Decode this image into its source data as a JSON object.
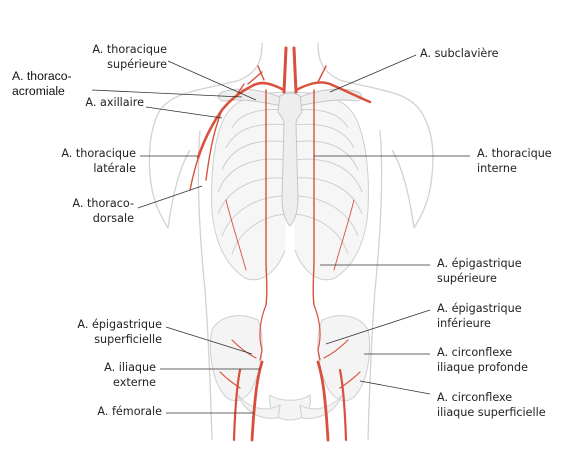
{
  "labels": {
    "thoracique_sup": [
      "A. thoracique",
      "supérieure"
    ],
    "thoraco_acromiale": [
      "A. thoraco-",
      "acromiale"
    ],
    "axillaire": [
      "A. axillaire"
    ],
    "thoracique_lat": [
      "A. thoracique",
      "latérale"
    ],
    "thoraco_dorsale": [
      "A. thoraco-",
      "dorsale"
    ],
    "epigastrique_superficielle": [
      "A. épigastrique",
      "superficielle"
    ],
    "iliaque_externe": [
      "A. iliaque",
      "externe"
    ],
    "femorale": [
      "A. fémorale"
    ],
    "subclaviere": [
      "A. subclavière"
    ],
    "thoracique_interne": [
      "A. thoracique",
      "interne"
    ],
    "epigastrique_superieure": [
      "A. épigastrique",
      "supérieure"
    ],
    "epigastrique_inferieure": [
      "A. épigastrique",
      "inférieure"
    ],
    "circonflexe_profonde": [
      "A. circonflexe",
      "iliaque profonde"
    ],
    "circonflexe_superficielle": [
      "A. circonflexe",
      "iliaque superficielle"
    ]
  },
  "colors": {
    "artery": "#d9503c",
    "bone": "#f2f2f2",
    "bone_outline": "#c9c9c9",
    "body_outline": "#d0d0d0",
    "leader": "#333333"
  }
}
